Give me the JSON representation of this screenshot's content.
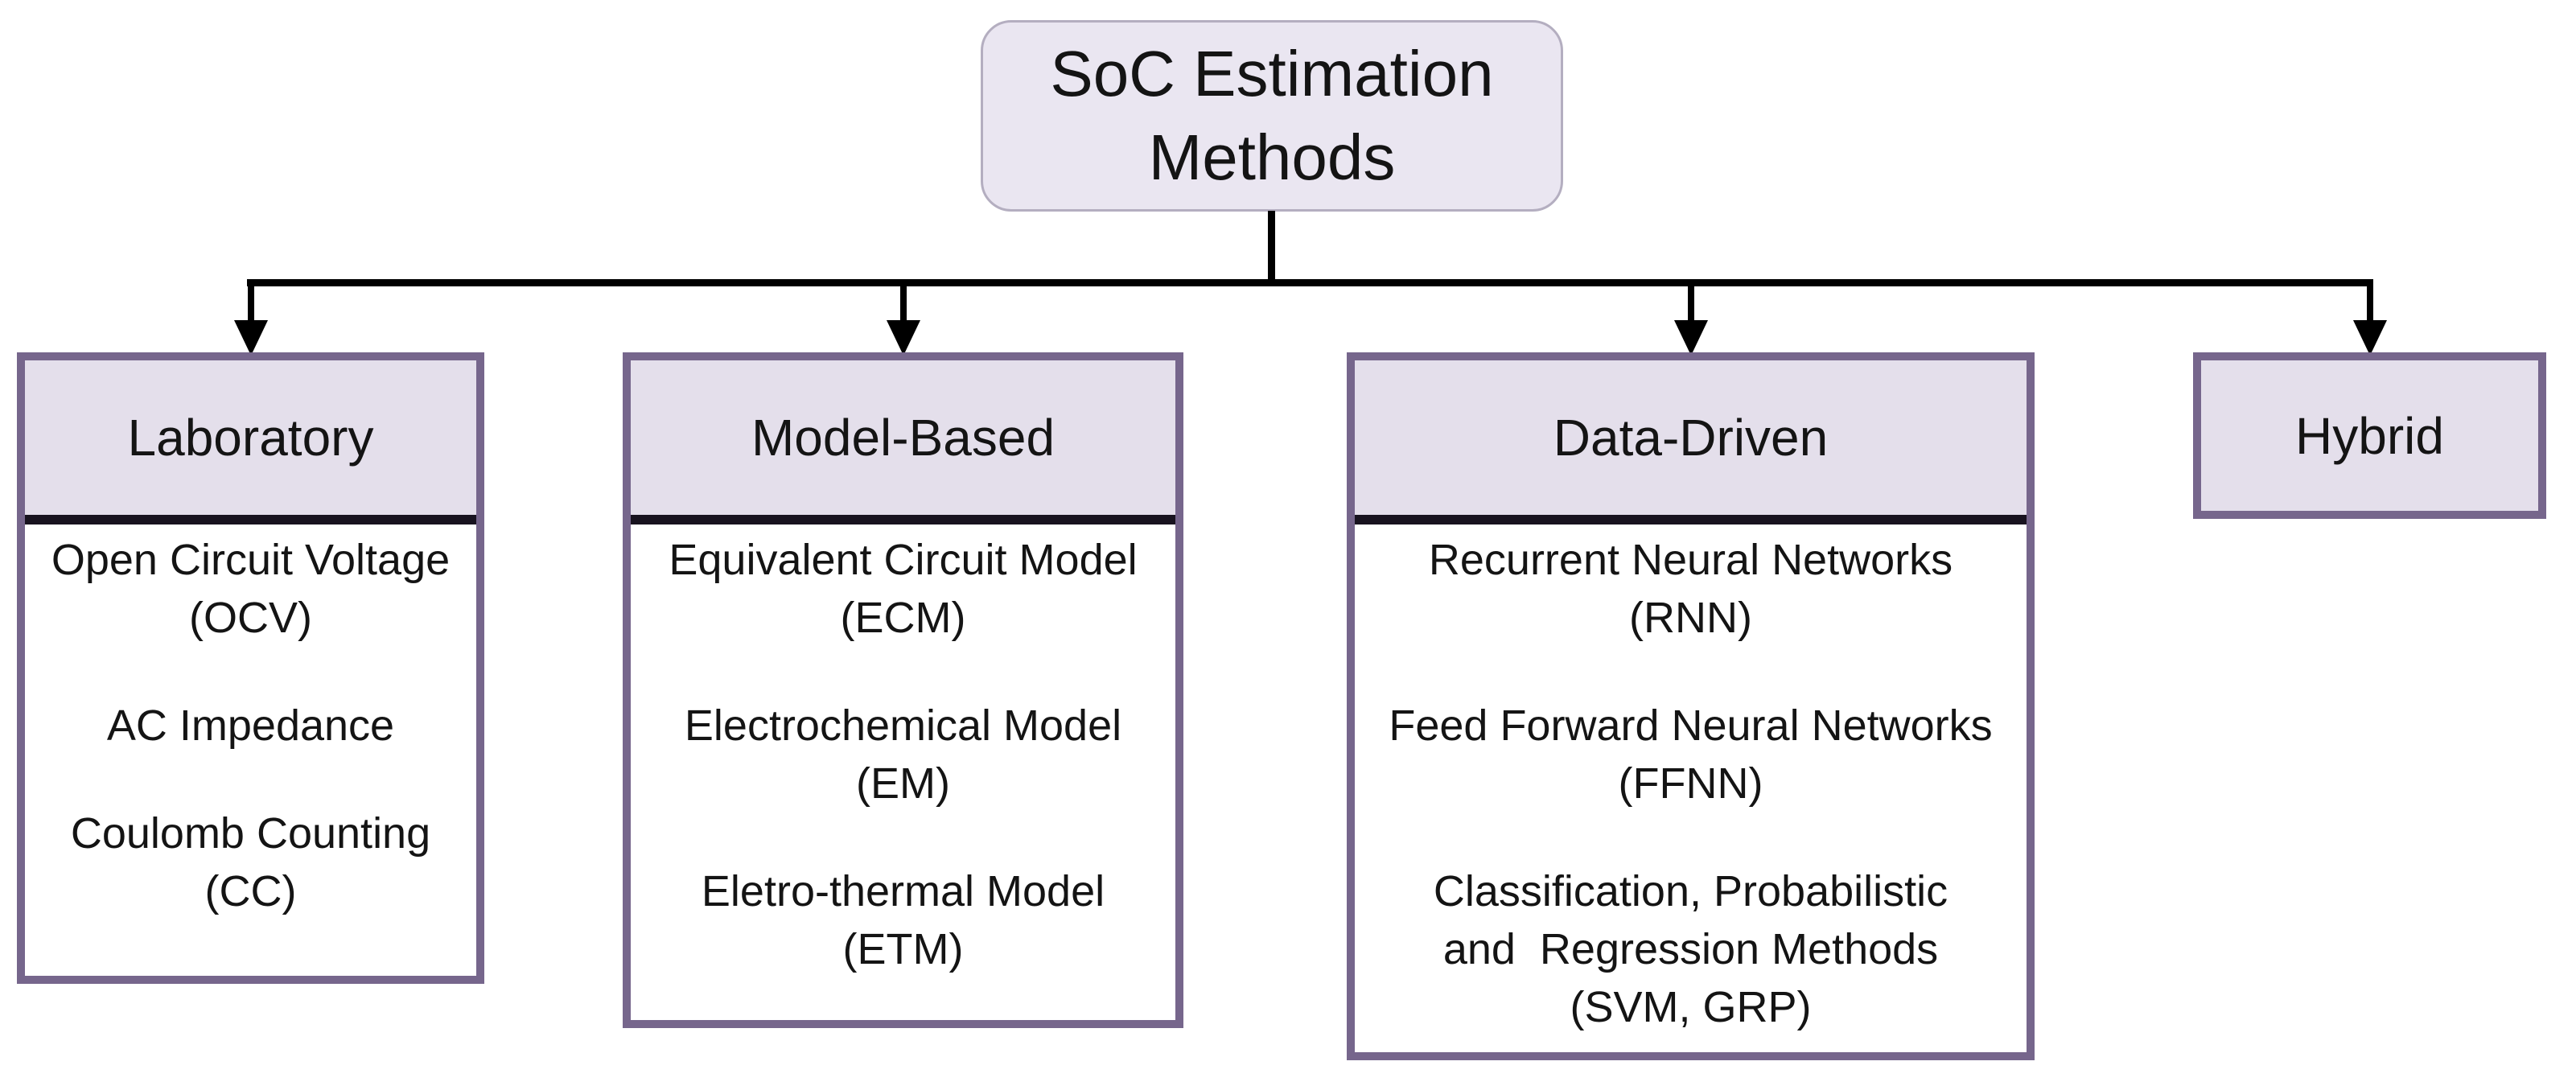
{
  "diagram": {
    "root_label": "SoC Estimation\nMethods",
    "branches": [
      {
        "label": "Laboratory",
        "items": [
          "Open Circuit Voltage\n(OCV)",
          "AC Impedance",
          "Coulomb Counting\n(CC)"
        ]
      },
      {
        "label": "Model-Based",
        "items": [
          "Equivalent Circuit Model\n(ECM)",
          "Electrochemical Model\n(EM)",
          "Eletro-thermal Model\n(ETM)"
        ]
      },
      {
        "label": "Data-Driven",
        "items": [
          "Recurrent Neural Networks\n(RNN)",
          "Feed Forward Neural Networks\n(FFNN)",
          "Classification, Probabilistic\nand  Regression Methods\n(SVM, GRP)"
        ]
      },
      {
        "label": "Hybrid",
        "items": []
      }
    ],
    "colors": {
      "background": "#ffffff",
      "node_fill": "#e4dfeb",
      "root_fill": "#eae6f1",
      "node_border": "#76668c",
      "root_border": "#b4aec0",
      "separator": "#18131f",
      "connector": "#000000",
      "text": "#141414"
    }
  }
}
